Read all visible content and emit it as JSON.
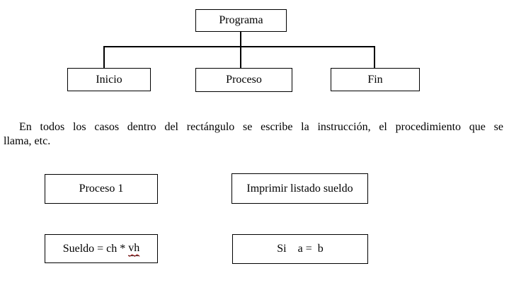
{
  "page": {
    "background_color": "#ffffff",
    "text_color": "#000000",
    "line_color": "#000000",
    "spellcheck_color": "#b22222"
  },
  "org_chart": {
    "root": {
      "label": "Programa"
    },
    "children": [
      {
        "label": "Inicio"
      },
      {
        "label": "Proceso"
      },
      {
        "label": "Fin"
      }
    ]
  },
  "paragraph": {
    "line1": "En todos los casos dentro del rectángulo se escribe la instrucción, el procedimiento que se",
    "line2": "llama, etc."
  },
  "example_boxes": {
    "proceso1": {
      "label": "Proceso 1"
    },
    "imprimir": {
      "label": "Imprimir listado sueldo"
    },
    "sueldo": {
      "prefix": "Sueldo = ch * ",
      "underlined_term": "vh"
    },
    "condition": {
      "label": "Si    a =  b"
    }
  }
}
